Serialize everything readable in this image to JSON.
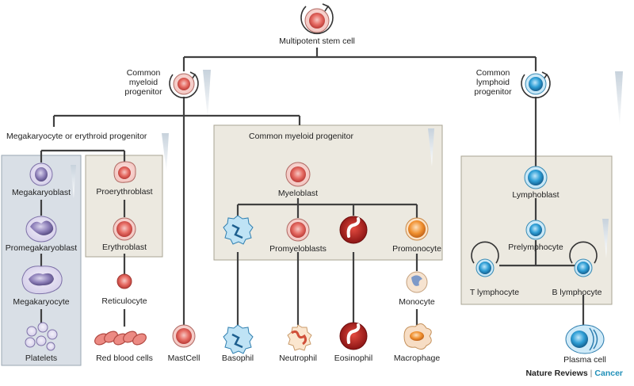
{
  "diagram": {
    "stem_cell": "Multipotent stem cell",
    "common_myeloid_progenitor_top": "Common\nmyeloid\nprogenitor",
    "common_lymphoid_progenitor": "Common\nlymphoid\nprogenitor",
    "megakaryocyte_erythroid_progenitor": "Megakaryocyte or erythroid progenitor",
    "common_myeloid_progenitor_box": "Common myeloid progenitor",
    "megakaryoblast": "Megakaryoblast",
    "promegakaryoblast": "Promegakaryoblast",
    "megakaryocyte": "Megakaryocyte",
    "platelets": "Platelets",
    "proerythroblast": "Proerythroblast",
    "erythroblast": "Erythroblast",
    "reticulocyte": "Reticulocyte",
    "red_blood_cells": "Red blood cells",
    "mast_cell": "MastCell",
    "myeloblast": "Myeloblast",
    "promyeloblasts": "Promyeloblasts",
    "promonocyte": "Promonocyte",
    "basophil": "Basophil",
    "neutrophil": "Neutrophil",
    "eosinophil": "Eosinophil",
    "monocyte": "Monocyte",
    "macrophage": "Macrophage",
    "lymphoblast": "Lymphoblast",
    "prelymphocyte": "Prelymphocyte",
    "t_lymphocyte": "T lymphocyte",
    "b_lymphocyte": "B lymphocyte",
    "plasma_cell": "Plasma cell"
  },
  "footer": {
    "brand": "Nature Reviews",
    "separator": "|",
    "journal": "Cancer"
  },
  "colors": {
    "red_cell": "#e0615a",
    "blue_cell": "#2f9fd6",
    "purple_cell": "#8d7fb8",
    "orange_cell": "#f0902f",
    "dark_red_cell": "#b41e1e",
    "panel_beige": "#ece9e0",
    "panel_blue": "#d9dfe6",
    "line": "#404040"
  }
}
